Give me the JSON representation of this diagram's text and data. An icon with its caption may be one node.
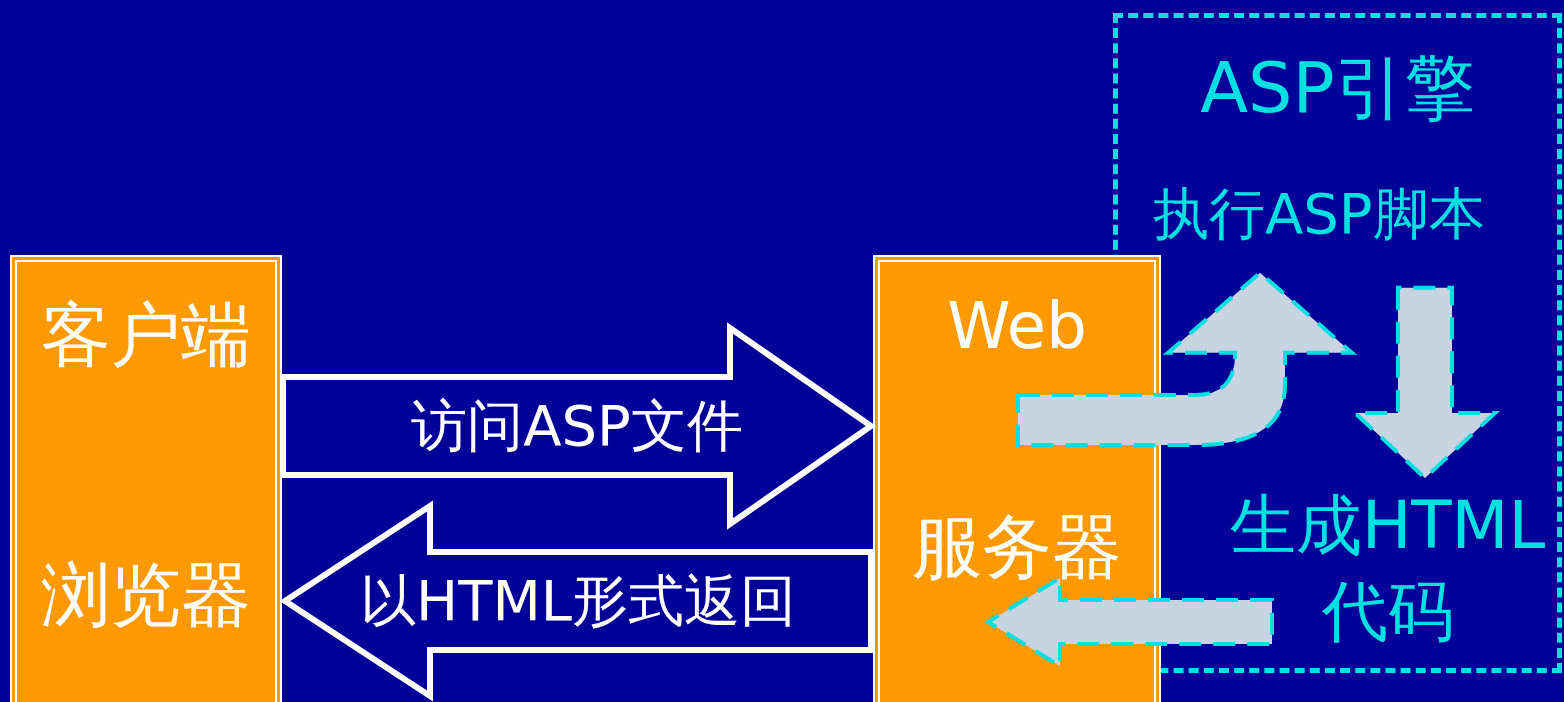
{
  "diagram": {
    "nodes": [
      {
        "text": [
          "客户端",
          "浏览器"
        ]
      },
      {
        "text": [
          "Web",
          "服务器"
        ]
      },
      {
        "text": [
          "ASP引擎"
        ]
      },
      {
        "text": [
          "执行ASP脚本"
        ],
        "in": 2
      },
      {
        "text": [
          "生成HTML代码"
        ],
        "in": 2
      }
    ],
    "edges": [
      {
        "from": 0,
        "to": 1,
        "arrow": "to",
        "label": "访问ASP文件"
      },
      {
        "from": 1,
        "to": 0,
        "arrow": "to",
        "label": "以HTML形式返回"
      },
      {
        "from": 1,
        "to": 3,
        "arrow": "to"
      },
      {
        "from": 3,
        "to": 4,
        "arrow": "to"
      },
      {
        "from": 4,
        "to": 1,
        "arrow": "to"
      }
    ]
  }
}
